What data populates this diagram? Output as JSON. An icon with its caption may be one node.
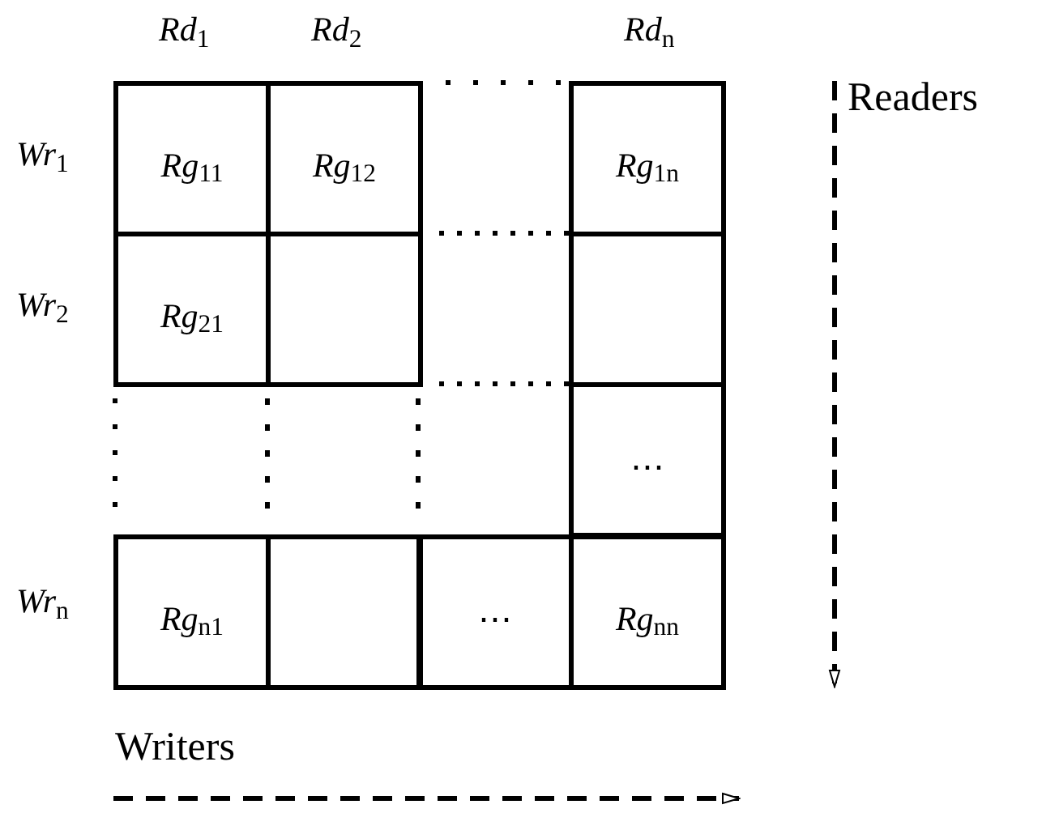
{
  "diagram": {
    "nodes": [
      {
        "text": [
          "*Rg*$_{11}$"
        ]
      },
      {
        "text": [
          "*Rg*$_{12}$"
        ]
      },
      {
        "text": [
          "*Rg*$_{1n}$"
        ]
      },
      {
        "text": [
          "*Rg*$_{21}$"
        ]
      },
      {
        "text": [],
        "shape": "box"
      },
      {
        "text": [],
        "shape": "box"
      },
      {
        "text": [
          "⋯"
        ]
      },
      {
        "text": [
          "*Rg*$_{n1}$"
        ]
      },
      {
        "text": [],
        "shape": "box"
      },
      {
        "text": [
          "⋯"
        ]
      },
      {
        "text": [
          "*Rg*$_{nn}$"
        ]
      }
    ],
    "labels": [
      "*Rd*$_{1}$",
      "*Rd*$_{2}$",
      "*Rd*$_{n}$",
      "Readers",
      "*Wr*$_{1}$",
      "*Wr*$_{2}$",
      "*Wr*$_{n}$",
      "Writers"
    ]
  }
}
